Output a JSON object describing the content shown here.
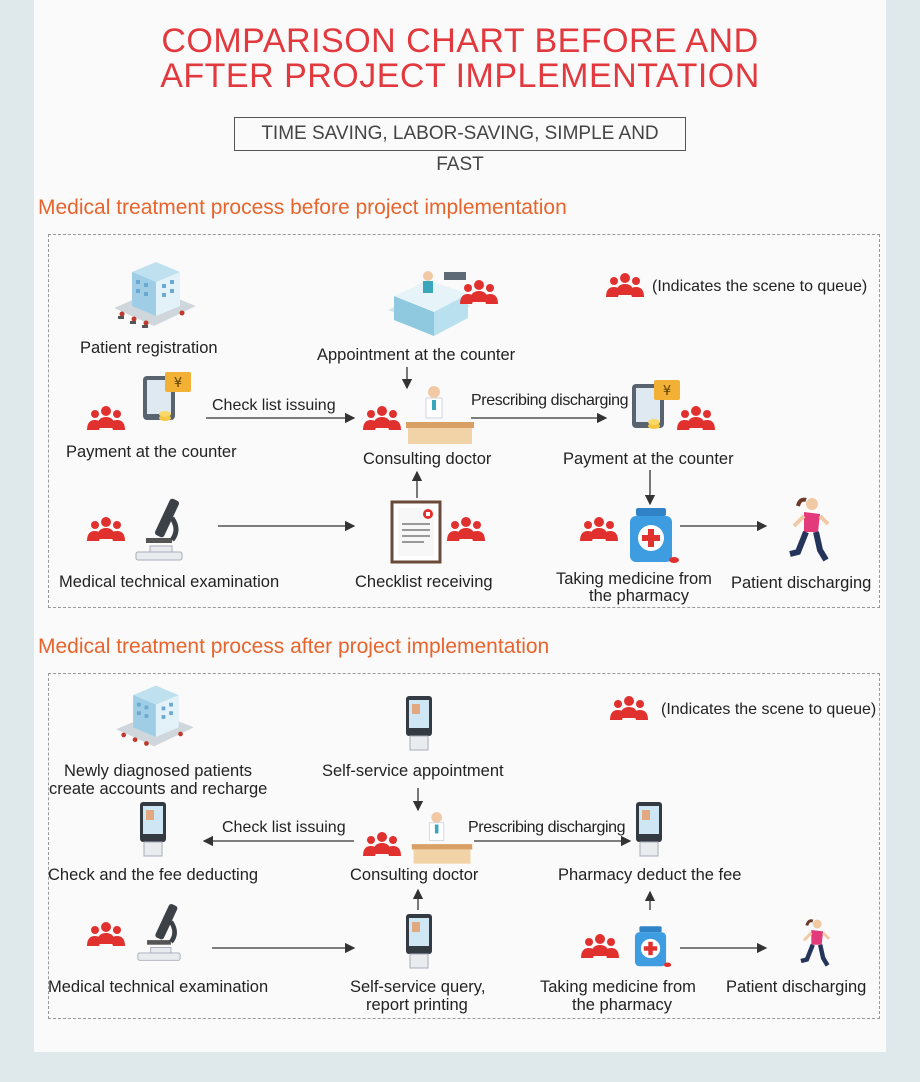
{
  "header": {
    "title_line1": "COMPARISON CHART BEFORE AND",
    "title_line2": "AFTER PROJECT IMPLEMENTATION",
    "subtitle": "TIME SAVING, LABOR-SAVING, SIMPLE AND FAST"
  },
  "before": {
    "heading": "Medical treatment process before project implementation",
    "legend": "(Indicates the scene to queue)",
    "nodes": {
      "patient_registration": "Patient registration",
      "appointment_counter": "Appointment at the counter",
      "payment_counter_left": "Payment at the counter",
      "consulting_doctor": "Consulting doctor",
      "payment_counter_right": "Payment at the counter",
      "medical_exam": "Medical technical examination",
      "checklist_receiving": "Checklist receiving",
      "taking_medicine_l1": "Taking medicine from",
      "taking_medicine_l2": "the pharmacy",
      "patient_discharging": "Patient discharging"
    },
    "arrows": {
      "check_list_issuing": "Check list issuing",
      "prescribing_discharging": "Prescribing discharging"
    }
  },
  "after": {
    "heading": "Medical treatment process after project implementation",
    "legend": "(Indicates the scene to queue)",
    "nodes": {
      "new_patients_l1": "Newly diagnosed patients",
      "new_patients_l2": "create accounts and recharge",
      "self_service_appointment": "Self-service appointment",
      "check_fee_deducting": "Check and the fee deducting",
      "consulting_doctor": "Consulting doctor",
      "pharmacy_deduct_fee": "Pharmacy deduct the fee",
      "medical_exam": "Medical technical examination",
      "self_query_l1": "Self-service query,",
      "self_query_l2": "report printing",
      "taking_medicine_l1": "Taking medicine from",
      "taking_medicine_l2": "the pharmacy",
      "patient_discharging": "Patient discharging"
    },
    "arrows": {
      "check_list_issuing": "Check list issuing",
      "prescribing_discharging": "Prescribing discharging"
    }
  },
  "colors": {
    "title": "#e2393e",
    "section_heading": "#e8642c",
    "queue_icon": "#e0312f",
    "text": "#222222"
  },
  "icons": [
    "hospital-building-icon",
    "reception-counter-icon",
    "queue-people-icon",
    "payment-tablet-icon",
    "microscope-icon",
    "doctor-desk-icon",
    "checklist-document-icon",
    "medicine-bottle-icon",
    "running-patient-icon",
    "self-service-kiosk-icon"
  ]
}
